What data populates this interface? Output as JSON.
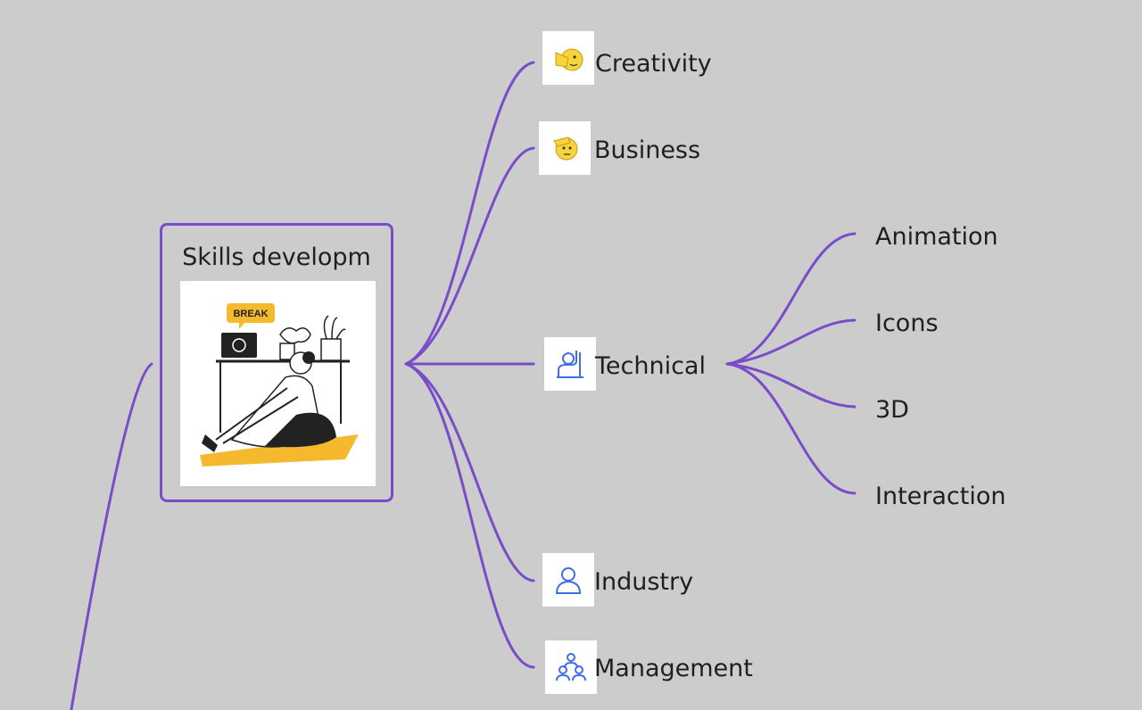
{
  "root": {
    "label": "Skills developm"
  },
  "illustration": {
    "badge_text": "BREAK"
  },
  "branches": [
    {
      "id": "creativity",
      "label": "Creativity",
      "icon": "pointing-hand-emoji-icon"
    },
    {
      "id": "business",
      "label": "Business",
      "icon": "saluting-face-emoji-icon"
    },
    {
      "id": "technical",
      "label": "Technical",
      "icon": "person-at-desk-icon"
    },
    {
      "id": "industry",
      "label": "Industry",
      "icon": "person-outline-icon"
    },
    {
      "id": "management",
      "label": "Management",
      "icon": "team-hierarchy-icon"
    }
  ],
  "technical_children": [
    {
      "id": "animation",
      "label": "Animation"
    },
    {
      "id": "icons",
      "label": "Icons"
    },
    {
      "id": "3d",
      "label": "3D"
    },
    {
      "id": "interaction",
      "label": "Interaction"
    }
  ],
  "colors": {
    "background": "#cccccc",
    "connector": "#7b4cc9",
    "icon_outline": "#3f6fe6",
    "emoji_yellow": "#f6d53c",
    "mat_yellow": "#f4b92d"
  }
}
